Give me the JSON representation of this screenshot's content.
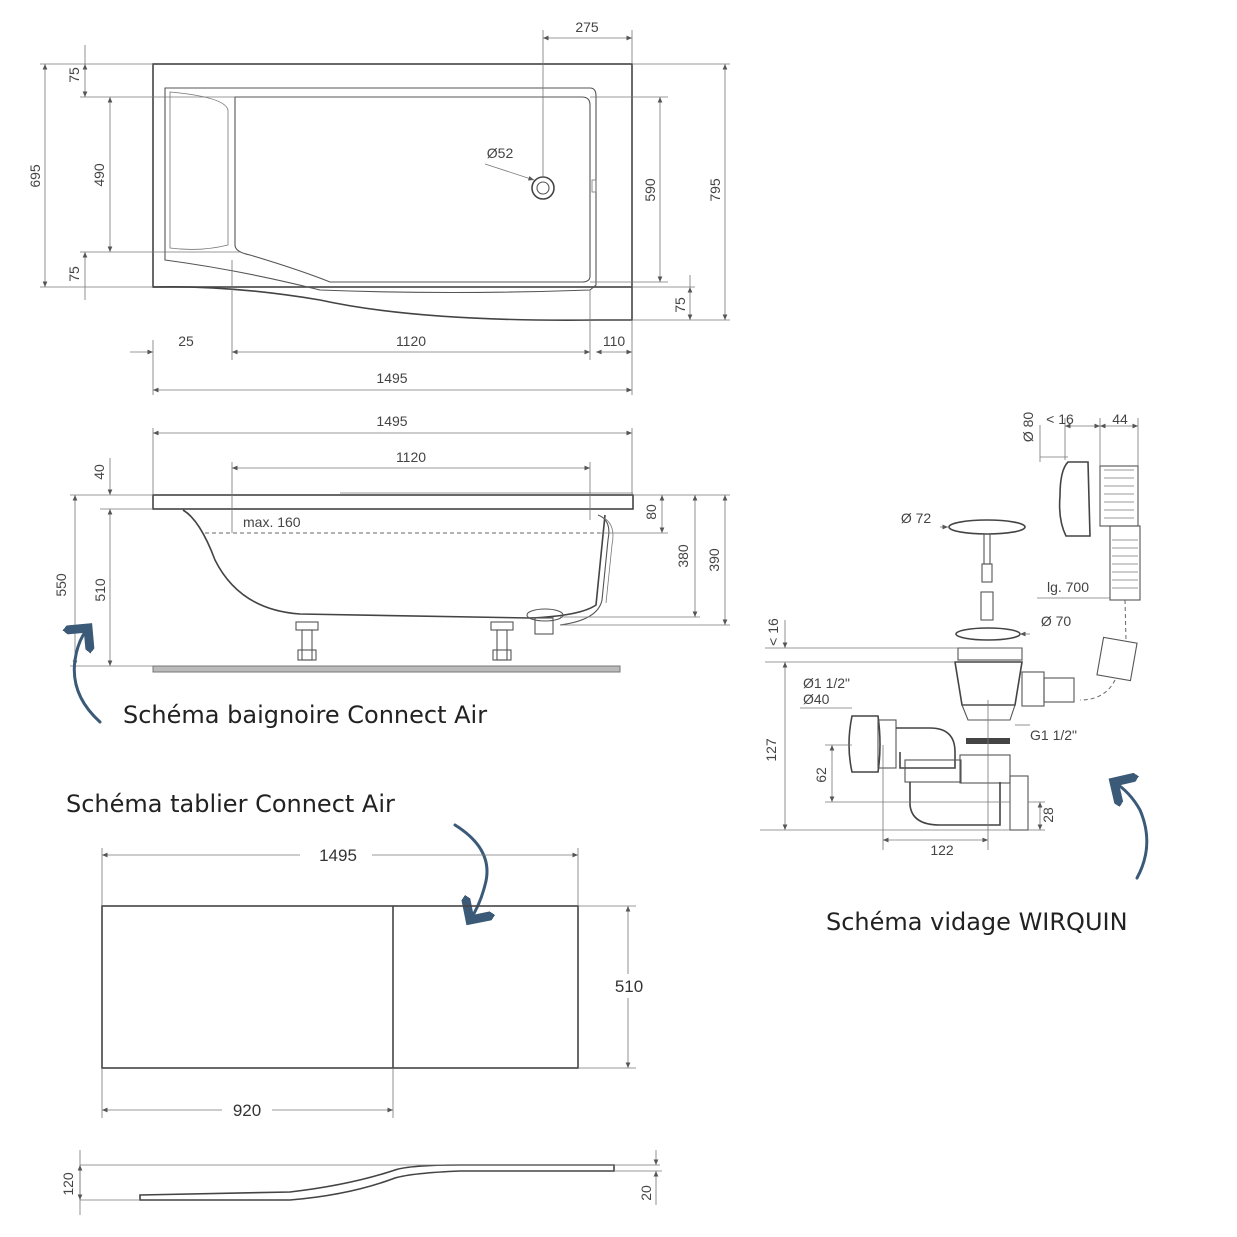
{
  "captions": {
    "bath": "Schéma baignoire Connect Air",
    "apron": "Schéma tablier Connect Air",
    "drain": "Schéma vidage WIRQUIN"
  },
  "plan_view": {
    "d275": "275",
    "d75_top": "75",
    "d695": "695",
    "d490": "490",
    "d75_bottom": "75",
    "d52": "Ø52",
    "d590": "590",
    "d795": "795",
    "d75_right": "75",
    "d25": "25",
    "d1120": "1120",
    "d110": "110",
    "d1495": "1495"
  },
  "side_view": {
    "d1495": "1495",
    "d1120": "1120",
    "d40": "40",
    "max": "max. 160",
    "d80": "80",
    "d380": "380",
    "d390": "390",
    "d550": "550",
    "d510": "510"
  },
  "apron": {
    "d1495": "1495",
    "d510": "510",
    "d920": "920",
    "d120": "120",
    "d20": "20"
  },
  "drain": {
    "d80": "Ø 80",
    "lt16_top": "< 16",
    "d44": "44",
    "d72": "Ø 72",
    "lg700": "lg. 700",
    "d70": "Ø 70",
    "lt16_left": "< 16",
    "d1_1_2": "Ø1 1/2\"",
    "d40": "Ø40",
    "g1_1_2": "G1 1/2\"",
    "d127": "127",
    "d62": "62",
    "d28": "28",
    "d122": "122"
  },
  "colors": {
    "line": "#555555",
    "accent_arrow": "#3b5a78"
  }
}
